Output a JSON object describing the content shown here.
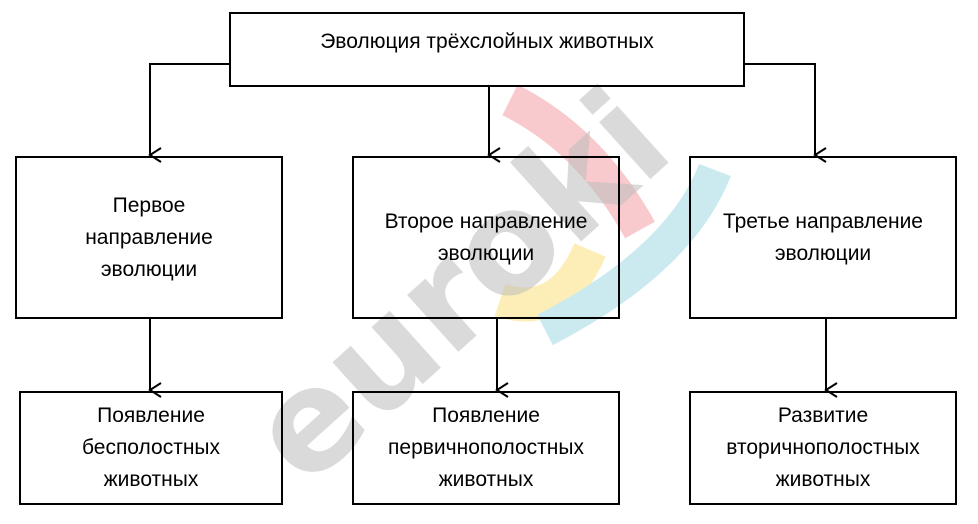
{
  "diagram": {
    "root": "Эволюция трёхслойных животных",
    "directions": [
      "Первое направление эволюции",
      "Второе направление эволюции",
      "Третье направление эволюции"
    ],
    "results": [
      "Появление бесполостных животных",
      "Появление первичнополостных животных",
      "Развитие вторичнополостных животных"
    ]
  },
  "watermark": {
    "text": "euroki",
    "colors": [
      "#c0c0c0",
      "#f4a7ad",
      "#fde38a",
      "#a9dde6"
    ]
  },
  "colors": {
    "stroke": "#000000",
    "background": "#ffffff"
  }
}
